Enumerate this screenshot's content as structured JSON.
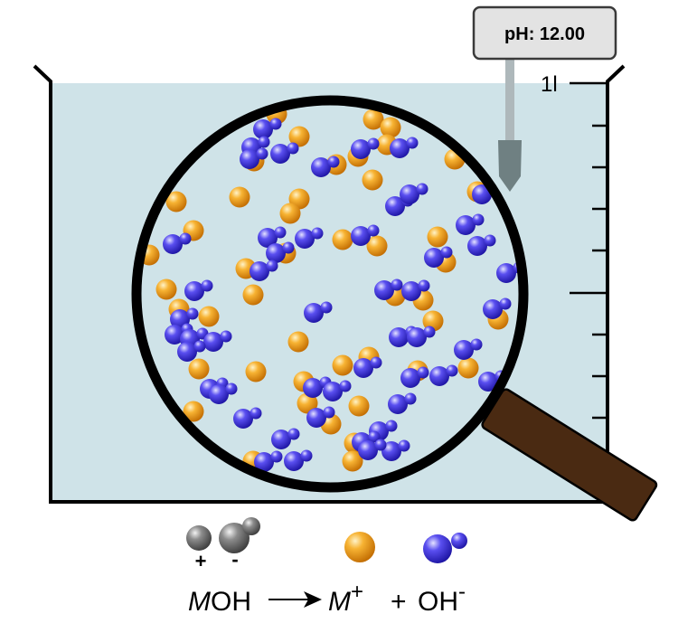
{
  "ph_meter": {
    "display": "pH: 12.00"
  },
  "beaker": {
    "volume_label": "1l"
  },
  "legend": {
    "plus_sign": "+",
    "minus_sign": "-"
  },
  "equation": {
    "reactant_metal": "M",
    "reactant_rest": "OH",
    "product_metal": "M",
    "product_metal_charge": "+",
    "plus": "+",
    "product_anion": "OH",
    "product_anion_charge": "-"
  },
  "colors": {
    "solution": "#cfe3e8",
    "metal_ion": "#f5a623",
    "hydroxide": "#4b3fe0",
    "neutral_atom": "#808080",
    "handle": "#4a2a12"
  }
}
